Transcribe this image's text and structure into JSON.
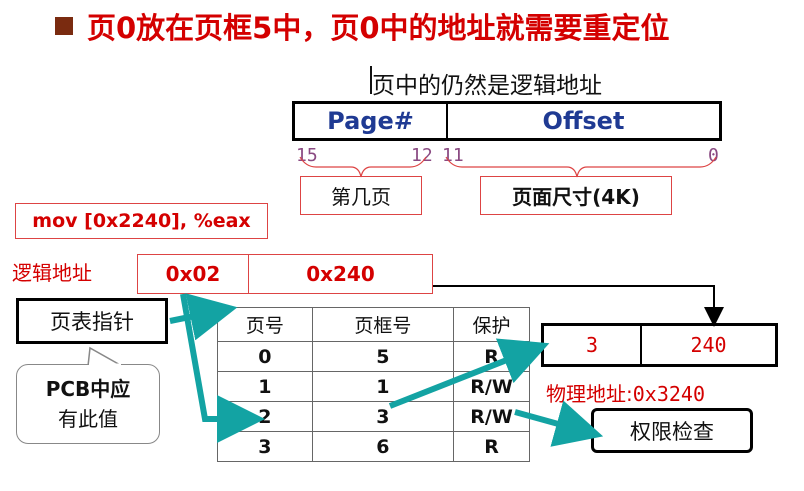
{
  "title": "页0放在页框5中，页0中的地址就需要重定位",
  "subtitle": "页中的仍然是逻辑地址",
  "address_format": {
    "fields": [
      "Page#",
      "Offset"
    ],
    "bits": {
      "page_high": "15",
      "page_low": "12",
      "offset_high": "11",
      "offset_low": "0"
    },
    "page_label": "第几页",
    "offset_label": "页面尺寸(4K)"
  },
  "instruction": "mov [0x2240], %eax",
  "logical_address": {
    "label": "逻辑地址",
    "page": "0x02",
    "offset": "0x240"
  },
  "page_table_pointer": "页表指针",
  "callout": {
    "line1": "PCB中应",
    "line2": "有此值"
  },
  "page_table": {
    "headers": [
      "页号",
      "页框号",
      "保护"
    ],
    "rows": [
      [
        "0",
        "5",
        "R"
      ],
      [
        "1",
        "1",
        "R/W"
      ],
      [
        "2",
        "3",
        "R/W"
      ],
      [
        "3",
        "6",
        "R"
      ]
    ]
  },
  "physical_address": {
    "frame": "3",
    "offset": "240",
    "label": "物理地址:",
    "value": "0x3240"
  },
  "permission_check": "权限检查",
  "colors": {
    "red": "#d40000",
    "blue": "#1f3a93",
    "teal": "#13a3a3",
    "bullet": "#7a2b10"
  }
}
